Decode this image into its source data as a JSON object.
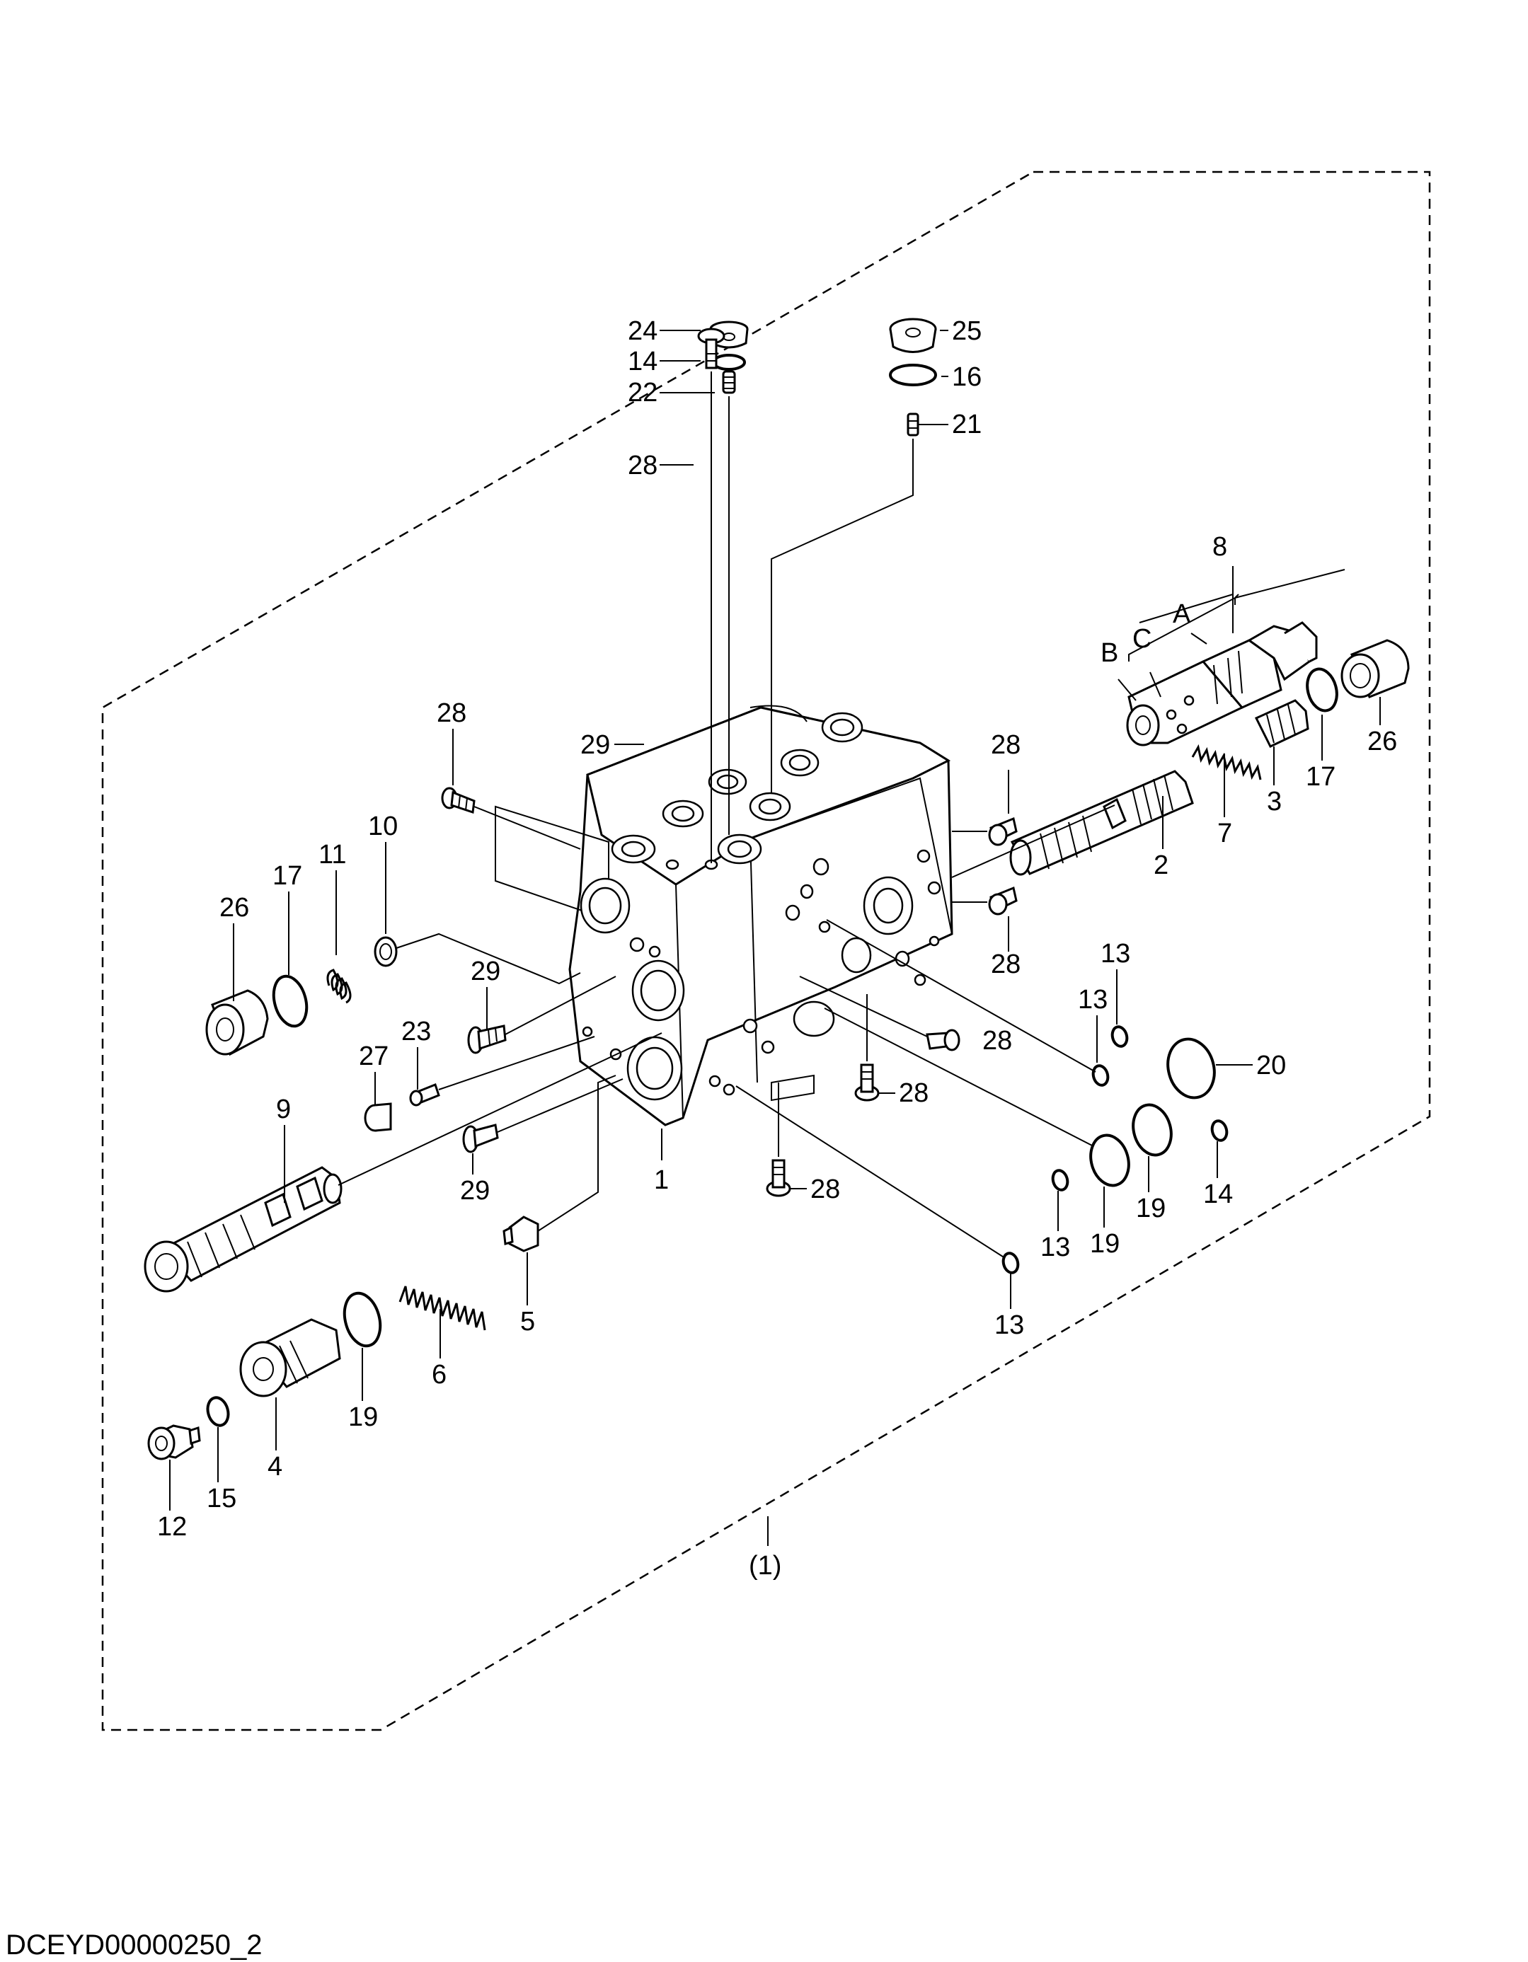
{
  "diagram_code": "DCEYD00000250_2",
  "assembly_label": "(1)",
  "callouts": {
    "c24": "24",
    "c14a": "14",
    "c22": "22",
    "c28a": "28",
    "c25": "25",
    "c16": "16",
    "c21": "21",
    "c8": "8",
    "cA": "A",
    "cB": "B",
    "cC": "C",
    "c29a": "29",
    "c28b": "28",
    "c28c": "28",
    "c28d": "28",
    "c10": "10",
    "c11": "11",
    "c17a": "17",
    "c26a": "26",
    "c17b": "17",
    "c26b": "26",
    "c3": "3",
    "c7": "7",
    "c2": "2",
    "c13a": "13",
    "c13b": "13",
    "c20": "20",
    "c29b": "29",
    "c23": "23",
    "c27": "27",
    "c28e": "28",
    "c28f": "28",
    "c9": "9",
    "c1": "1",
    "c29c": "29",
    "c28g": "28",
    "c19a": "19",
    "c19b": "19",
    "c14b": "14",
    "c13c": "13",
    "c5": "5",
    "c6": "6",
    "c19c": "19",
    "c4": "4",
    "c15": "15",
    "c12": "12",
    "c13d": "13"
  }
}
